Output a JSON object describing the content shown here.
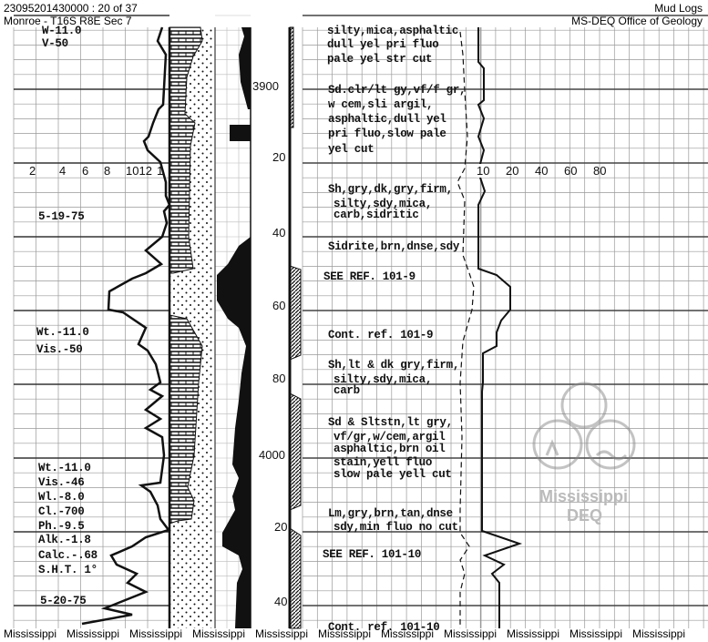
{
  "header": {
    "doc_id": "23095201430000 : 20 of 37",
    "location": "Monroe - T16S R8E Sec 7",
    "doc_type": "Mud Logs",
    "agency": "MS-DEQ Office of Geology"
  },
  "left_track": {
    "scale_labels": [
      "2",
      "4",
      "6",
      "8",
      "1012",
      "1"
    ],
    "notes": [
      "W-11.0",
      "V-50",
      "5-19-75",
      "Wt.-11.0",
      "Vis.-50",
      "Wt.-11.0",
      "Vis.-46",
      "Wl.-8.0",
      "Cl.-700",
      "Ph.-9.5",
      "Alk.-1.8",
      "Calc.-.68",
      "S.H.T. 1°",
      "5-20-75"
    ]
  },
  "depth_labels": [
    "3900",
    "20",
    "40",
    "60",
    "80",
    "4000",
    "20",
    "40"
  ],
  "right_scale_labels": [
    "10",
    "20",
    "40",
    "60",
    "80"
  ],
  "descriptions": [
    "silty,mica,asphaltic",
    "dull yel pri fluo",
    "pale yel str cut",
    "Sd.clr/lt gy,vf/f gr,",
    "w cem,sli argil,",
    "asphaltic,dull yel",
    "pri fluo,slow pale",
    "yel cut",
    "Sh,gry,dk,gry,firm,",
    "silty,sdy,mica,",
    "carb,sidritic",
    "Sidrite,brn,dnse,sdy",
    "SEE REF. 101-9",
    "Cont. ref. 101-9",
    "Sh,lt & dk gry,firm,",
    "silty,sdy,mica,",
    "carb",
    "Sd & Sltstn,lt gry,",
    "vf/gr,w/cem,argil",
    "asphaltic,brn oil",
    "stain,yell fluo",
    "slow pale yell cut",
    "Lm,gry,brn,tan,dnse",
    "sdy,min fluo no cut",
    "SEE REF. 101-10",
    "Cont. ref. 101-10"
  ],
  "watermark": {
    "line1": "Mississippi",
    "line2": "DEQ"
  },
  "footer": [
    "Mississippi",
    "Mississippi",
    "Mississippi",
    "Mississippi",
    "Mississippi",
    "Mississippi",
    "Mississippi",
    "Mississippi",
    "Mississippi",
    "Mississippi",
    "Mississippi"
  ]
}
